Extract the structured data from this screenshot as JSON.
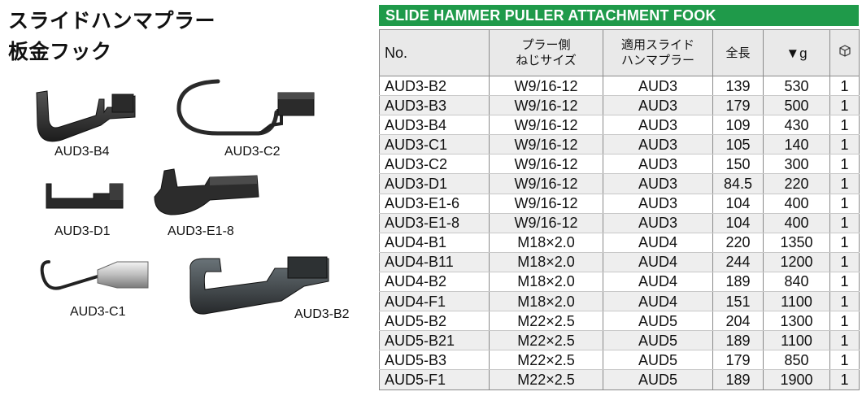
{
  "heading": {
    "line1": "スライドハンマプラー",
    "line2": "板金フック"
  },
  "captions": {
    "b4": "AUD3-B4",
    "c2": "AUD3-C2",
    "d1": "AUD3-D1",
    "e18": "AUD3-E1-8",
    "c1": "AUD3-C1",
    "b2": "AUD3-B2"
  },
  "table": {
    "banner": "SLIDE HAMMER PULLER ATTACHMENT FOOK",
    "headers": {
      "no": "No.",
      "thread_l1": "プラー側",
      "thread_l2": "ねじサイズ",
      "puller_l1": "適用スライド",
      "puller_l2": "ハンマプラー",
      "length": "全長",
      "weight": "▼g"
    },
    "rows": [
      [
        "AUD3-B2",
        "W9/16-12",
        "AUD3",
        "139",
        "530",
        "1"
      ],
      [
        "AUD3-B3",
        "W9/16-12",
        "AUD3",
        "179",
        "500",
        "1"
      ],
      [
        "AUD3-B4",
        "W9/16-12",
        "AUD3",
        "109",
        "430",
        "1"
      ],
      [
        "AUD3-C1",
        "W9/16-12",
        "AUD3",
        "105",
        "140",
        "1"
      ],
      [
        "AUD3-C2",
        "W9/16-12",
        "AUD3",
        "150",
        "300",
        "1"
      ],
      [
        "AUD3-D1",
        "W9/16-12",
        "AUD3",
        "84.5",
        "220",
        "1"
      ],
      [
        "AUD3-E1-6",
        "W9/16-12",
        "AUD3",
        "104",
        "400",
        "1"
      ],
      [
        "AUD3-E1-8",
        "W9/16-12",
        "AUD3",
        "104",
        "400",
        "1"
      ],
      [
        "AUD4-B1",
        "M18×2.0",
        "AUD4",
        "220",
        "1350",
        "1"
      ],
      [
        "AUD4-B11",
        "M18×2.0",
        "AUD4",
        "244",
        "1200",
        "1"
      ],
      [
        "AUD4-B2",
        "M18×2.0",
        "AUD4",
        "189",
        "840",
        "1"
      ],
      [
        "AUD4-F1",
        "M18×2.0",
        "AUD4",
        "151",
        "1100",
        "1"
      ],
      [
        "AUD5-B2",
        "M22×2.5",
        "AUD5",
        "204",
        "1300",
        "1"
      ],
      [
        "AUD5-B21",
        "M22×2.5",
        "AUD5",
        "189",
        "1100",
        "1"
      ],
      [
        "AUD5-B3",
        "M22×2.5",
        "AUD5",
        "179",
        "850",
        "1"
      ],
      [
        "AUD5-F1",
        "M22×2.5",
        "AUD5",
        "189",
        "1900",
        "1"
      ]
    ]
  }
}
